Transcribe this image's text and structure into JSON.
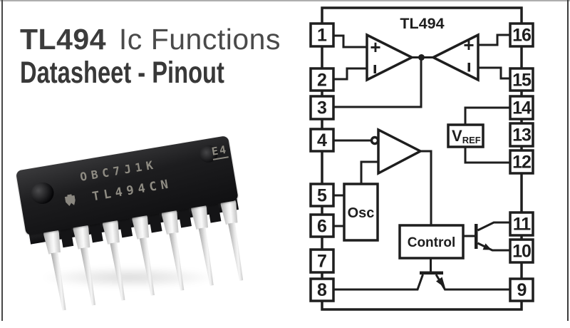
{
  "page": {
    "background": "#ffffff",
    "frame_left_color": "#474747",
    "frame_right_color": "#3a3a3a"
  },
  "header": {
    "title_bold": "TL494",
    "title_regular": "Ic Functions",
    "subtitle": "Datasheet - Pinout",
    "text_color": "#3d3d3d"
  },
  "chip_photo": {
    "marking_line1": "OBC7J1K",
    "marking_code": "E4",
    "marking_line2": "TL494CN",
    "logo_icon": "ti-logo",
    "body_color": "#1b1b1d",
    "pin_color": "#e6e6e6",
    "marking_color": "#8f8c83"
  },
  "diagram": {
    "title": "TL494",
    "line_color": "#1e1e1e",
    "pins_left": [
      "1",
      "2",
      "3",
      "4",
      "5",
      "6",
      "7",
      "8"
    ],
    "pins_right": [
      "16",
      "15",
      "14",
      "13",
      "12",
      "11",
      "10",
      "9"
    ],
    "blocks": {
      "oscillator": "Osc",
      "control": "Control",
      "vref_main": "V",
      "vref_sub": "REF"
    },
    "comparator_symbols": {
      "plus": "+",
      "minus": "|"
    }
  }
}
